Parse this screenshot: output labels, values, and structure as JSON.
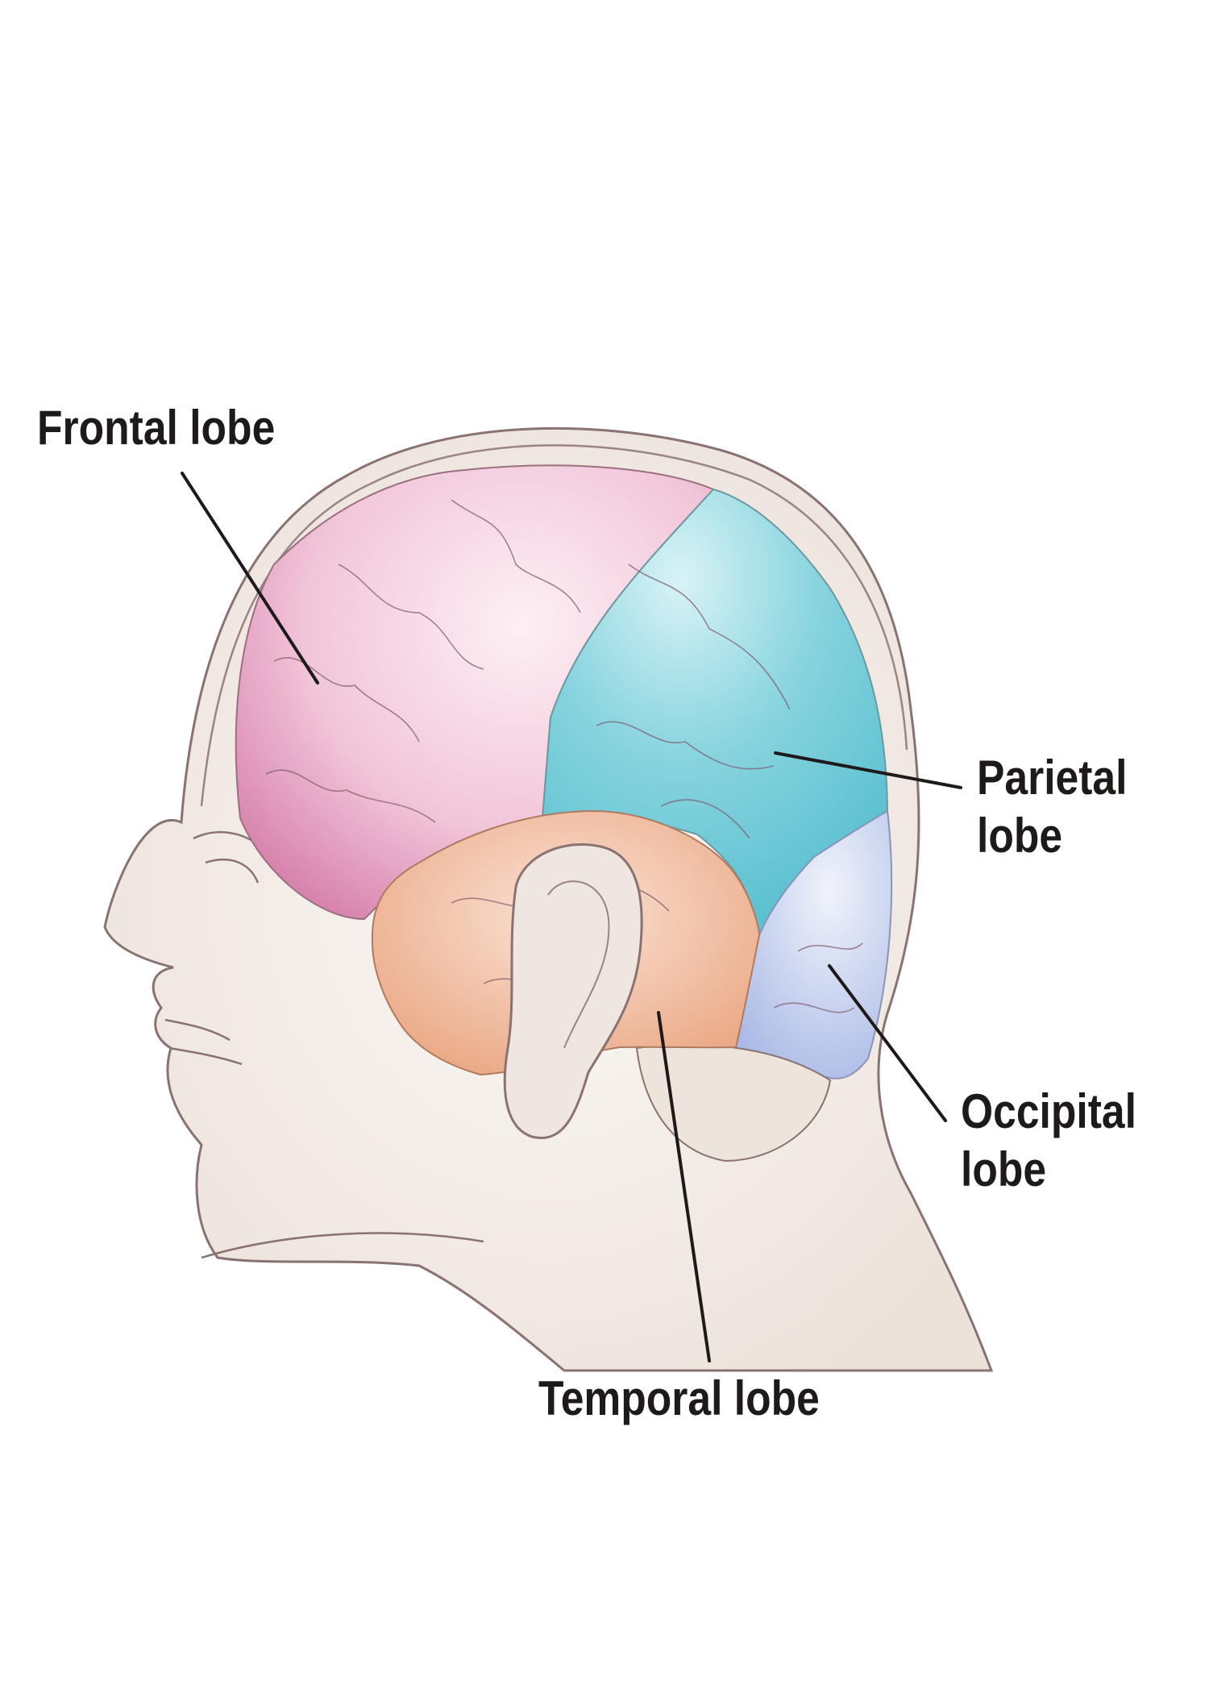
{
  "labels": {
    "frontal": "Frontal lobe",
    "parietal_1": "Parietal",
    "parietal_2": "lobe",
    "occipital_1": "Occipital",
    "occipital_2": "lobe",
    "temporal": "Temporal lobe"
  },
  "colors": {
    "frontal": "#e9a9c8",
    "parietal": "#7fd0dc",
    "occipital": "#c4d0ee",
    "temporal": "#f0b896",
    "skin": "#f3ece6",
    "outline": "#8a7272",
    "text": "#1e1a1a"
  }
}
